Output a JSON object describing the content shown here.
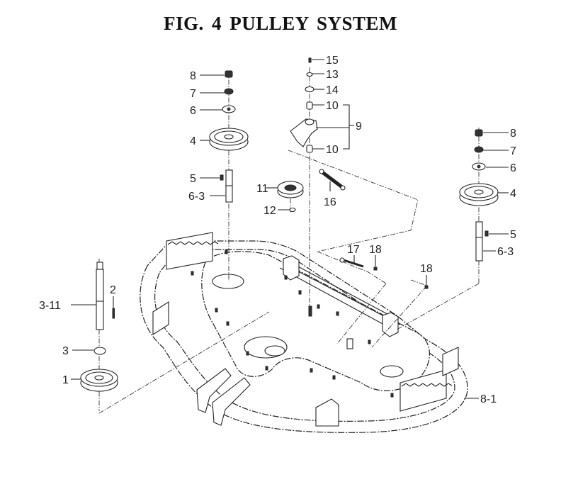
{
  "figure": {
    "title": "FIG.  4  PULLEY SYSTEM"
  },
  "callouts": {
    "left_spindle": {
      "nut": "8",
      "lock_washer": "7",
      "washer": "6",
      "pulley": "4",
      "key": "5",
      "shaft": "6-3"
    },
    "idler": {
      "pin": "15",
      "washer_small": "13",
      "washer_large": "14",
      "bushing_top": "10",
      "bushing_bottom": "10",
      "idler_arm": "9",
      "idler_pulley": "11",
      "nut": "12",
      "spring": "16"
    },
    "right_spindle": {
      "nut": "8",
      "lock_washer": "7",
      "washer": "6",
      "pulley": "4",
      "key": "5",
      "shaft": "6-3"
    },
    "center_spindle": {
      "shaft": "3-11",
      "key": "2",
      "washer": "3",
      "pulley": "1"
    },
    "deck": {
      "spring": "17",
      "nut_a": "18",
      "nut_b": "18",
      "deck": "8-1"
    }
  }
}
